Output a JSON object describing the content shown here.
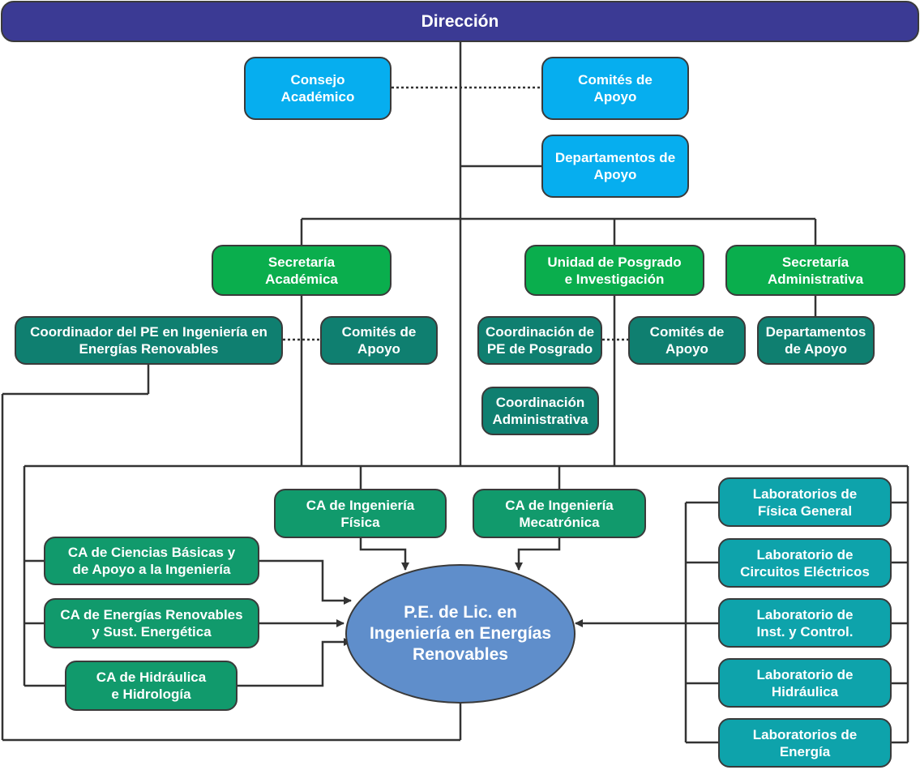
{
  "top": {
    "label": "Dirección"
  },
  "apoyo": {
    "consejo": "Consejo\nAcadémico",
    "comites": "Comités de\nApoyo",
    "departamentos": "Departamentos de\nApoyo"
  },
  "secretarias": {
    "academica": "Secretaría\nAcadémica",
    "posgrado": "Unidad de Posgrado\ne Investigación",
    "administrativa": "Secretaría\nAdministrativa"
  },
  "subunits": {
    "coordinador_pe": "Coordinador del PE en Ingeniería en\nEnergías Renovables",
    "comites_academica": "Comités de\nApoyo",
    "coord_posgrado": "Coordinación de\nPE de Posgrado",
    "comites_posgrado": "Comités de\nApoyo",
    "departamentos_admin": "Departamentos\nde Apoyo",
    "coord_administrativa": "Coordinación\nAdministrativa"
  },
  "ca": {
    "fisica": "CA de Ingeniería\nFísica",
    "mecatronica": "CA de Ingeniería\nMecatrónica",
    "ciencias_basicas": "CA de Ciencias Básicas y\nde Apoyo a la Ingeniería",
    "energias": "CA de Energías Renovables\ny Sust. Energética",
    "hidraulica": "CA de Hidráulica\ne Hidrología"
  },
  "labs": {
    "fisica_general": "Laboratorios de\nFísica General",
    "circuitos": "Laboratorio de\nCircuitos Eléctricos",
    "control": "Laboratorio de\nInst. y Control.",
    "hidraulica": "Laboratorio de\nHidráulica",
    "energia": "Laboratorios de\nEnergía"
  },
  "center": {
    "label": "P.E. de Lic. en\nIngeniería en Energías\nRenovables"
  },
  "colors": {
    "direccion": "#3b3a94",
    "apoyo": "#06aeef",
    "secretaria": "#0aae4d",
    "subunit": "#0f7f70",
    "ca": "#119a6c",
    "lab": "#0ea3ab",
    "center": "#5f8ecb"
  }
}
